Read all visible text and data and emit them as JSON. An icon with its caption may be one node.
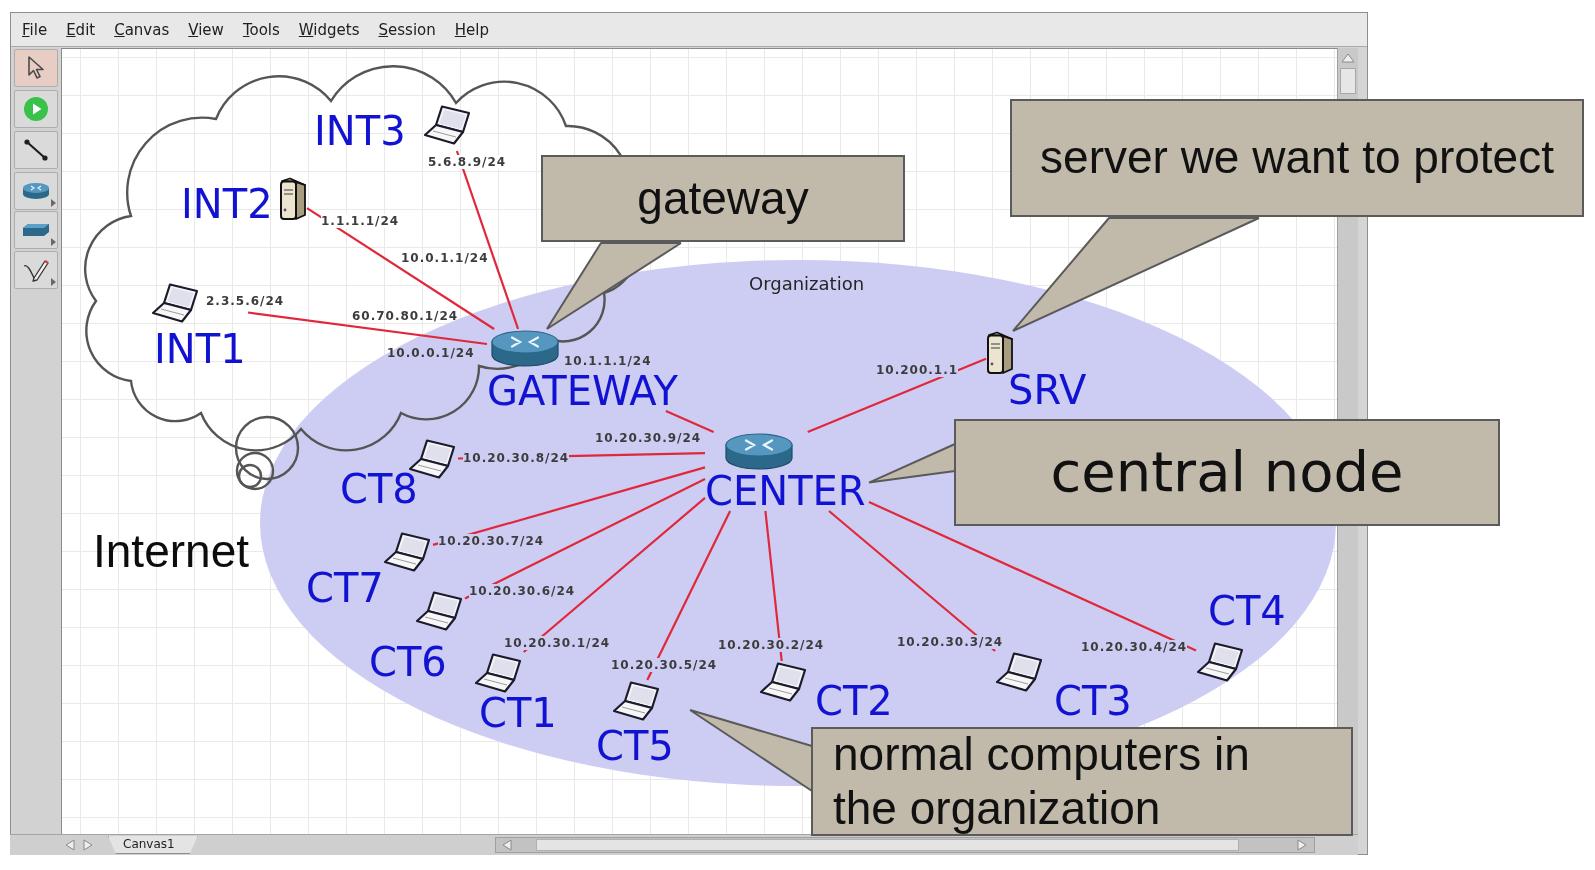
{
  "diagram": {
    "nodes": [
      {
        "text": [
          "Internet"
        ]
      },
      {
        "text": [
          "INT3"
        ],
        "in": 0,
        "beside": [
          "5.6.8.9/24"
        ]
      },
      {
        "text": [
          "INT2"
        ],
        "in": 0,
        "beside": [
          "1.1.1.1/24"
        ]
      },
      {
        "text": [
          "INT1"
        ],
        "in": 0,
        "beside": [
          "2.3.5.6/24"
        ]
      },
      {
        "text": [
          "gateway"
        ]
      },
      {
        "text": [
          "server we want to protect"
        ]
      },
      {
        "text": [
          "Organization"
        ]
      },
      {
        "text": [
          "GATEWAY"
        ],
        "beside": [
          "10.0.1.1/24",
          "60.70.80.1/24",
          "10.0.0.1/24",
          "10.1.1.1/24"
        ]
      },
      {
        "text": [
          "SRV"
        ],
        "in": 6,
        "beside": [
          "10.200.1.1"
        ]
      },
      {
        "text": [
          "CENTER"
        ],
        "in": 6,
        "beside": [
          "10.20.30.9/24"
        ]
      },
      {
        "text": [
          "central node"
        ]
      },
      {
        "text": [
          "CT8"
        ],
        "in": 6,
        "beside": [
          "10.20.30.8/24"
        ]
      },
      {
        "text": [
          "CT7"
        ],
        "in": 6,
        "beside": [
          "10.20.30.7/24"
        ]
      },
      {
        "text": [
          "CT6"
        ],
        "in": 6,
        "beside": [
          "10.20.30.6/24"
        ]
      },
      {
        "text": [
          "CT4"
        ],
        "in": 6,
        "beside": [
          "10.20.30.4/24"
        ]
      },
      {
        "text": [
          "CT1"
        ],
        "in": 6,
        "beside": [
          "10.20.30.1/24"
        ]
      },
      {
        "text": [
          "CT2"
        ],
        "in": 6,
        "beside": [
          "10.20.30.2/24"
        ]
      },
      {
        "text": [
          "CT3"
        ],
        "in": 6,
        "beside": [
          "10.20.30.3/24"
        ]
      },
      {
        "text": [
          "CT5"
        ],
        "in": 6,
        "beside": [
          "10.20.30.5/24"
        ]
      },
      {
        "text": [
          "normal computers in the organization"
        ]
      }
    ],
    "edges": [
      {
        "from": 3,
        "to": 7,
        "arrow": "none"
      },
      {
        "from": 2,
        "to": 7,
        "arrow": "none"
      },
      {
        "from": 1,
        "to": 7,
        "arrow": "none"
      },
      {
        "from": 4,
        "to": 7,
        "arrow": "none",
        "color": "#5a5a5a"
      },
      {
        "from": 7,
        "to": 9,
        "arrow": "none"
      },
      {
        "from": 9,
        "to": 8,
        "arrow": "none"
      },
      {
        "from": 5,
        "to": 8,
        "arrow": "none",
        "color": "#5a5a5a"
      },
      {
        "from": 10,
        "to": 9,
        "arrow": "none",
        "color": "#5a5a5a"
      },
      {
        "from": 9,
        "to": 11,
        "arrow": "none"
      },
      {
        "from": 9,
        "to": 12,
        "arrow": "none"
      },
      {
        "from": 9,
        "to": 13,
        "arrow": "none"
      },
      {
        "from": 9,
        "to": 15,
        "arrow": "none"
      },
      {
        "from": 9,
        "to": 18,
        "arrow": "none"
      },
      {
        "from": 9,
        "to": 16,
        "arrow": "none"
      },
      {
        "from": 9,
        "to": 17,
        "arrow": "none"
      },
      {
        "from": 9,
        "to": 14,
        "arrow": "none"
      },
      {
        "from": 19,
        "to": null,
        "arrow": "none",
        "color": "#5a5a5a"
      }
    ],
    "labels": [
      "File",
      "Edit",
      "Canvas",
      "View",
      "Tools",
      "Widgets",
      "Session",
      "Help",
      "Canvas1"
    ]
  }
}
